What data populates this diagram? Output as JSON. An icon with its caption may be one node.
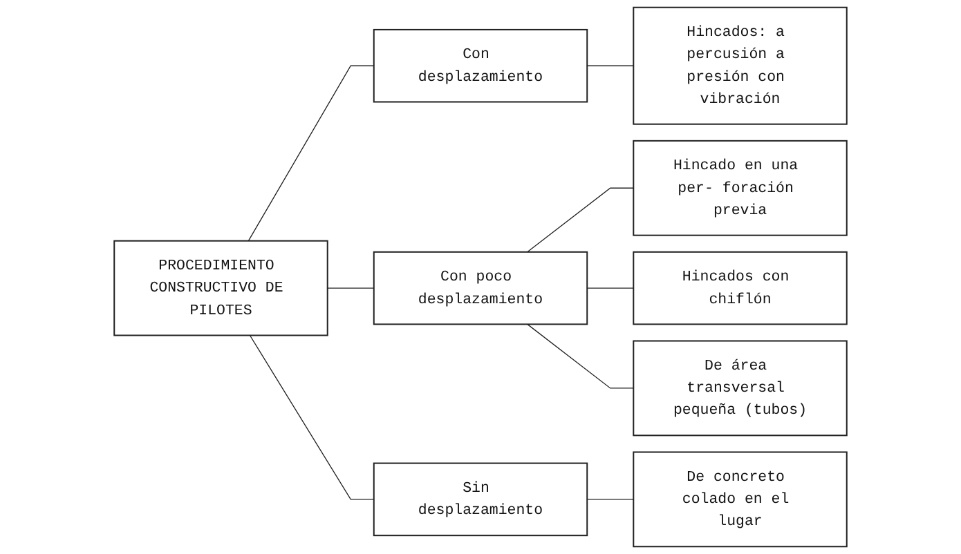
{
  "diagram": {
    "nodes": [
      {
        "text": [
          "PROCEDIMIENTO CONSTRUCTIVO DE PILOTES"
        ]
      },
      {
        "text": [
          "Con desplazamiento"
        ]
      },
      {
        "text": [
          "Hincados: a percusión a presión con vibración"
        ]
      },
      {
        "text": [
          "Con poco desplazamiento"
        ]
      },
      {
        "text": [
          "Hincado en una per- foración previa"
        ]
      },
      {
        "text": [
          "Hincados con chiflón"
        ]
      },
      {
        "text": [
          "De área transversal pequeña (tubos)"
        ]
      },
      {
        "text": [
          "Sin desplazamiento"
        ]
      },
      {
        "text": [
          "De concreto colado en el lugar"
        ]
      }
    ],
    "edges": [
      {
        "from": 0,
        "to": 1,
        "arrow": "none"
      },
      {
        "from": 0,
        "to": 3,
        "arrow": "none"
      },
      {
        "from": 0,
        "to": 7,
        "arrow": "none"
      },
      {
        "from": 1,
        "to": 2,
        "arrow": "none"
      },
      {
        "from": 3,
        "to": 4,
        "arrow": "none"
      },
      {
        "from": 3,
        "to": 5,
        "arrow": "none"
      },
      {
        "from": 3,
        "to": 6,
        "arrow": "none"
      },
      {
        "from": 7,
        "to": 8,
        "arrow": "none"
      }
    ]
  }
}
